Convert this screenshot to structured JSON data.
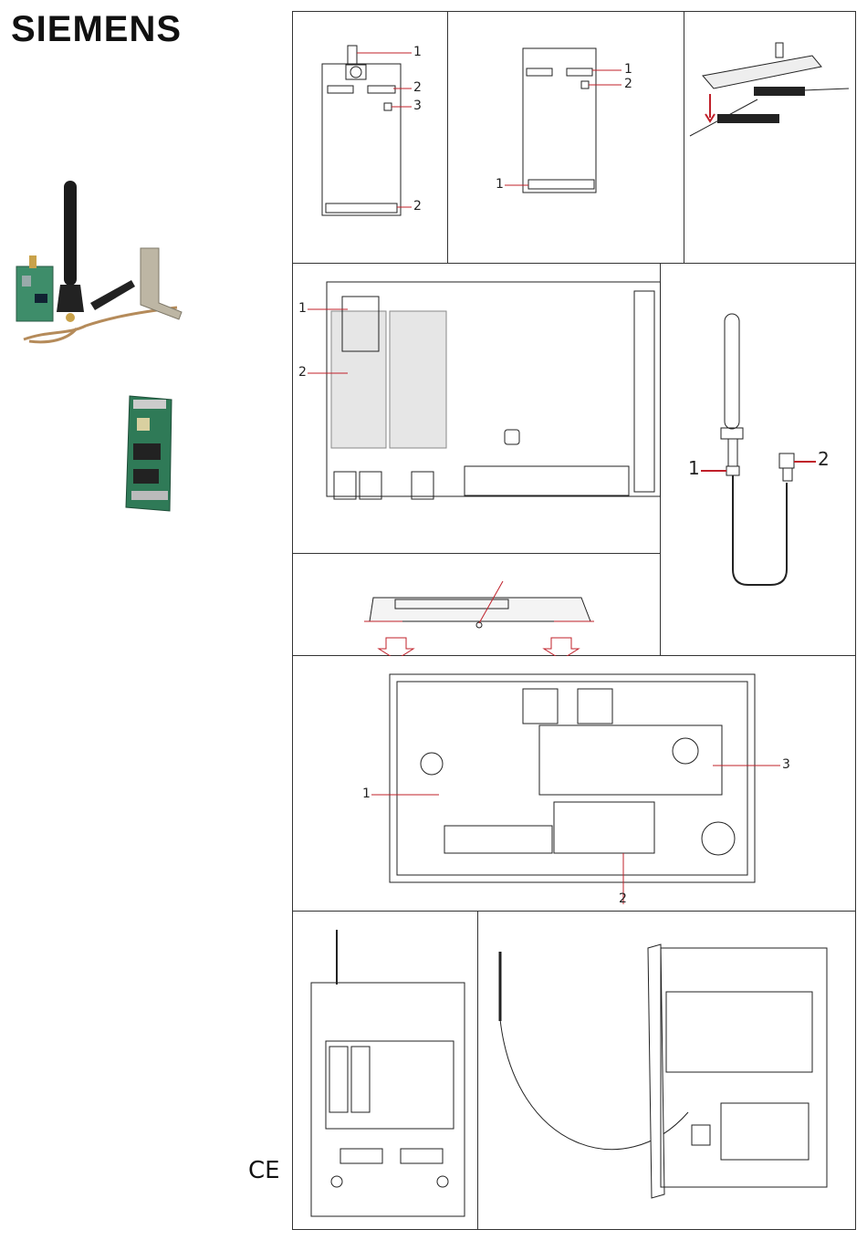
{
  "brand": {
    "name": "SIEMENS"
  },
  "mark": {
    "conformity": "CE"
  },
  "colors": {
    "callout_line": "#c0202a",
    "drawing": "#222222",
    "board_fill": "#e6e6e6"
  },
  "figures": {
    "module_a": {
      "callouts": [
        "1",
        "2",
        "3",
        "2"
      ]
    },
    "module_b": {
      "callouts": [
        "1",
        "2",
        "1"
      ]
    },
    "control_panel": {
      "callouts": [
        "1",
        "2"
      ]
    },
    "antenna": {
      "callouts": [
        "1",
        "2"
      ]
    },
    "enclosure": {
      "callouts": [
        "1",
        "3",
        "2"
      ]
    }
  },
  "photos": {
    "kit_icon": "gsm-kit-photo",
    "board_icon": "gsm-board-photo"
  }
}
